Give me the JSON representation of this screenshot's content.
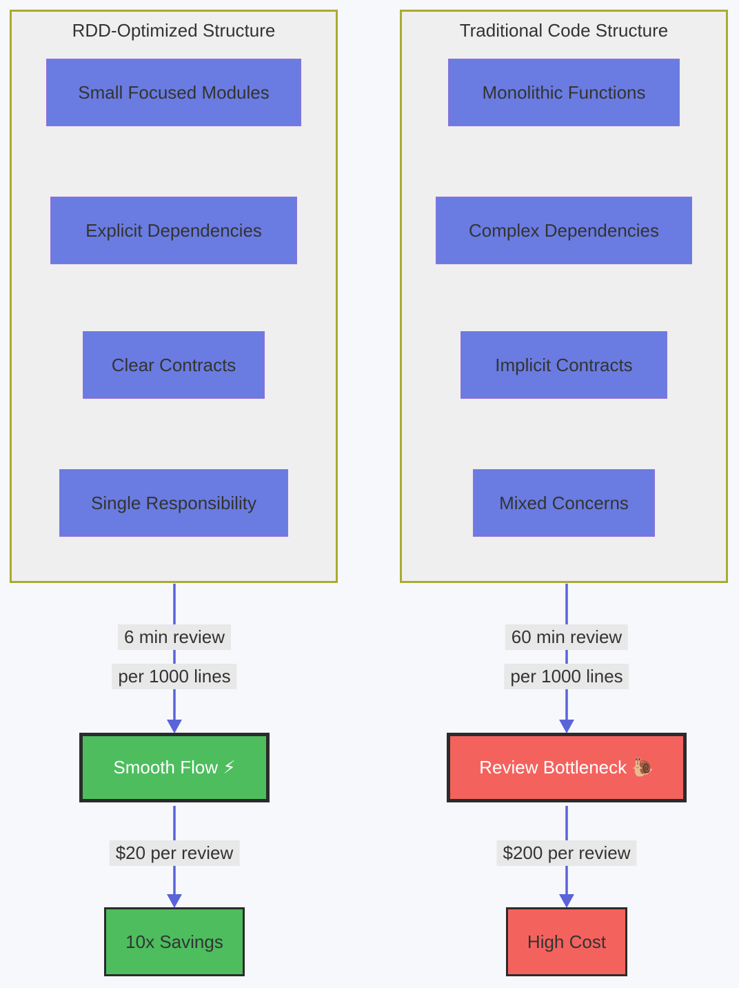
{
  "columns": [
    {
      "title": "RDD-Optimized Structure",
      "nodes": [
        "Small Focused Modules",
        "Explicit Dependencies",
        "Clear Contracts",
        "Single Responsibility"
      ],
      "edge_label_line1": "6 min review",
      "edge_label_line2": "per 1000 lines",
      "outcome": "Smooth Flow ⚡",
      "cost_label": "$20 per review",
      "result": "10x Savings"
    },
    {
      "title": "Traditional Code Structure",
      "nodes": [
        "Monolithic Functions",
        "Complex Dependencies",
        "Implicit Contracts",
        "Mixed Concerns"
      ],
      "edge_label_line1": "60 min review",
      "edge_label_line2": "per 1000 lines",
      "outcome": "Review Bottleneck 🐌",
      "cost_label": "$200 per review",
      "result": "High Cost"
    }
  ],
  "colors": {
    "page_background": "#f7f8fc",
    "cluster_fill": "#efefef",
    "cluster_border": "#aaaa33",
    "node_fill": "#6a7ce1",
    "node_border": "#9370DB",
    "node_text": "#333333",
    "arrow": "#5a64d8",
    "edge_label_background": "#e8e8e8",
    "positive_fill": "#4dbd5e",
    "negative_fill": "#f4625e",
    "outcome_border": "#2b2b2b",
    "outcome_text": "#ffffff"
  }
}
